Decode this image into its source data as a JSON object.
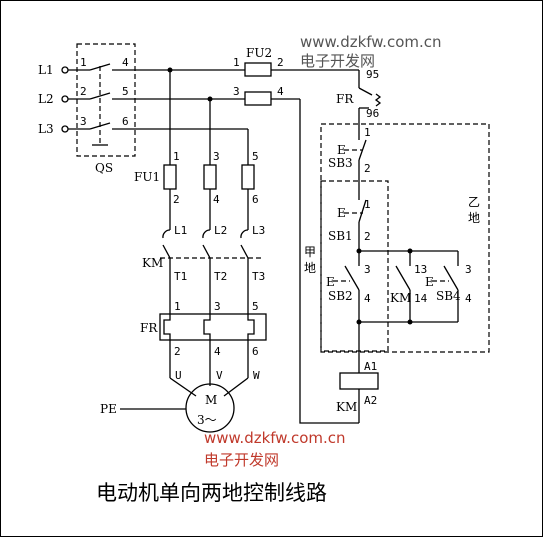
{
  "title": "电动机单向两地控制线路",
  "watermark": {
    "url": "www.dzkfw.com.cn",
    "name": "电子开发网",
    "url_color": "#c0392b",
    "name_color": "#c0392b",
    "top_color": "#555555"
  },
  "labels": {
    "L1": "L1",
    "L2": "L2",
    "L3": "L3",
    "QS": "QS",
    "qs1": "1",
    "qs2": "2",
    "qs3": "3",
    "qs4": "4",
    "qs5": "5",
    "qs6": "6",
    "FU2": "FU2",
    "fu2_1": "1",
    "fu2_2": "2",
    "fu2_3": "3",
    "fu2_4": "4",
    "FU1": "FU1",
    "fu1_1": "1",
    "fu1_2": "2",
    "fu1_3": "3",
    "fu1_4": "4",
    "fu1_5": "5",
    "fu1_6": "6",
    "KM": "KM",
    "km_L1": "L1",
    "km_L2": "L2",
    "km_L3": "L3",
    "km_T1": "T1",
    "km_T2": "T2",
    "km_T3": "T3",
    "FR": "FR",
    "fr_1": "1",
    "fr_3": "3",
    "fr_5": "5",
    "fr_2": "2",
    "fr_4": "4",
    "fr_6": "6",
    "U": "U",
    "V": "V",
    "W": "W",
    "M": "M",
    "M3": "3～",
    "PE": "PE",
    "fr95": "95",
    "FRc": "FR",
    "fr96": "96",
    "SB3": "SB3",
    "sb3_1": "1",
    "sb3_2": "2",
    "E1": "E",
    "SB1": "SB1",
    "sb1_1": "1",
    "sb1_2": "2",
    "E2": "E",
    "jia": "甲",
    "di1": "地",
    "yi": "乙",
    "di2": "地",
    "SB2": "SB2",
    "sb2_3": "3",
    "sb2_4": "4",
    "E3": "E",
    "KMc": "KM",
    "km13": "13",
    "km14": "14",
    "SB4": "SB4",
    "sb4_3": "3",
    "sb4_4": "4",
    "E4": "E",
    "A1": "A1",
    "A2": "A2",
    "KMcoil": "KM"
  }
}
